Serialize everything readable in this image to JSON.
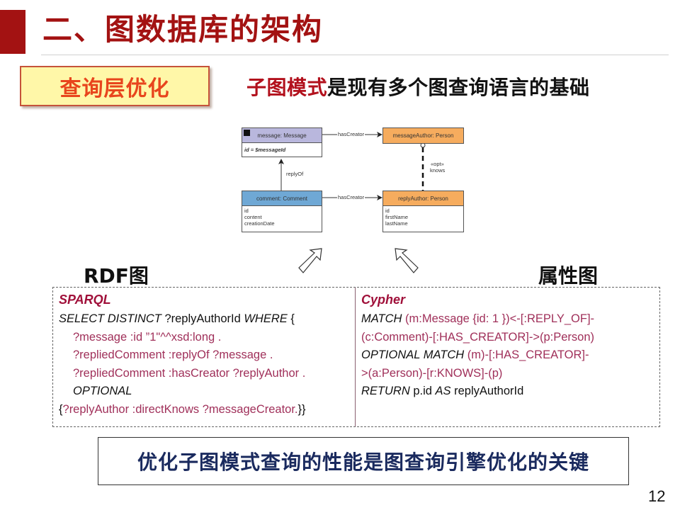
{
  "header": {
    "title": "二、图数据库的架构",
    "accent_color": "#a31212"
  },
  "section_badge": {
    "label": "查询层优化"
  },
  "subtitle": {
    "highlight": "子图模式",
    "rest": "是现有多个图查询语言的基础"
  },
  "uml": {
    "message_box": {
      "header": "message: Message",
      "body": "id = $messageId"
    },
    "comment_box": {
      "header": "comment: Comment",
      "fields": [
        "id",
        "content",
        "creationDate"
      ]
    },
    "message_author_box": {
      "header": "messageAuthor: Person"
    },
    "reply_author_box": {
      "header": "replyAuthor: Person",
      "fields": [
        "id",
        "firstName",
        "lastName"
      ]
    },
    "edges": {
      "has_creator_top": "hasCreator",
      "has_creator_bottom": "hasCreator",
      "reply_of": "replyOf",
      "knows_stereotype": "«opt»",
      "knows": "knows"
    }
  },
  "labels": {
    "rdf": "RDF图",
    "property_graph": "属性图"
  },
  "sparql": {
    "title": "SPARQL",
    "line1_kw1": "SELECT DISTINCT",
    "line1_var": " ?replyAuthorId ",
    "line1_kw2": "WHERE",
    "line1_end": " {",
    "line2": "?message :id ”1\"^^xsd:long .",
    "line3": "?repliedComment :replyOf ?message .",
    "line4": "?repliedComment :hasCreator ?replyAuthor .",
    "line5_kw": "OPTIONAL",
    "line6_open": "{",
    "line6_body": "?replyAuthor :directKnows ?messageCreator.",
    "line6_close": "}}"
  },
  "cypher": {
    "title": "Cypher",
    "line1_kw": "MATCH",
    "line1_body": " (m:Message {id: 1 })<-[:REPLY_OF]-",
    "line2": "(c:Comment)-[:HAS_CREATOR]->(p:Person)",
    "line3_kw": "OPTIONAL MATCH",
    "line3_body": " (m)-[:HAS_CREATOR]-",
    "line4": ">(a:Person)-[r:KNOWS]-(p)",
    "line5_kw1": "RETURN",
    "line5_mid": " p.id ",
    "line5_kw2": "AS",
    "line5_end": " replyAuthorId"
  },
  "footer": {
    "conclusion": "优化子图模式查询的性能是图查询引擎优化的关键"
  },
  "page_number": "12"
}
